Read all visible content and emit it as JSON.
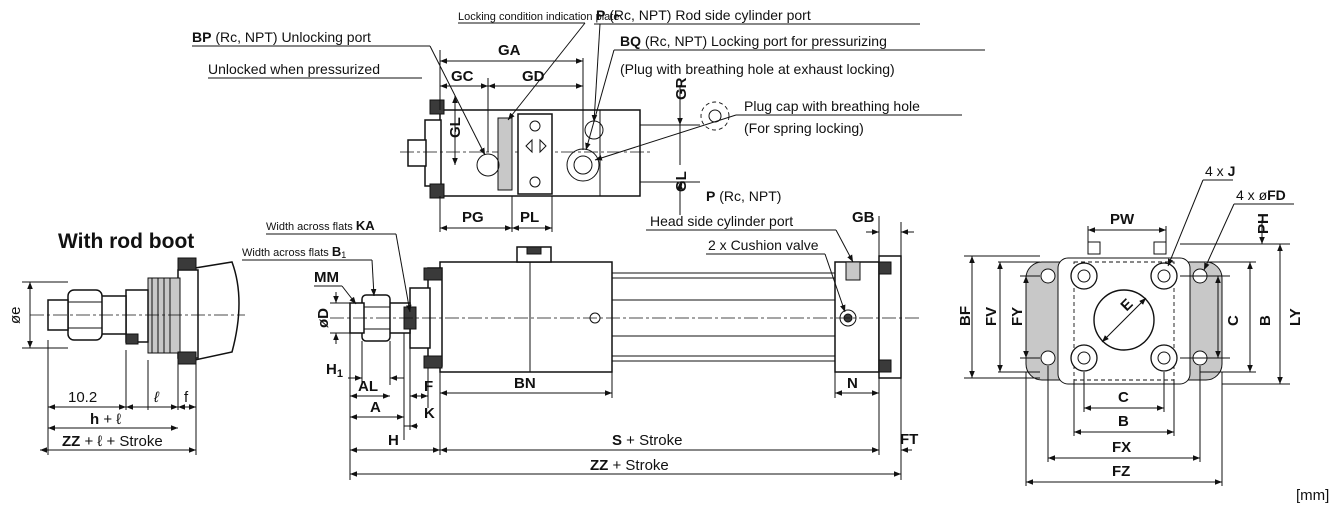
{
  "unit_label": "[mm]",
  "rod_boot": {
    "title": "With rod boot",
    "oe": "øe",
    "val_10_2": "10.2",
    "l": "ℓ",
    "f": "f",
    "h_bold": "h",
    "h_rest": " + ℓ",
    "zz_bold": "ZZ",
    "zz_rest": " + ℓ + Stroke"
  },
  "top_view": {
    "bp_bold": "BP",
    "bp_rest": " (Rc, NPT) Unlocking port",
    "unlocked": "Unlocked when pressurized",
    "plate": "Locking condition indication plate",
    "p_bold": "P",
    "p_rest": " (Rc, NPT) Rod side cylinder port",
    "bq_bold": "BQ",
    "bq_rest": " (Rc, NPT) Locking port for pressurizing",
    "plug_exhaust": "(Plug with breathing hole at exhaust locking)",
    "plug_cap": "Plug cap with breathing hole",
    "spring": "(For spring locking)",
    "GA": "GA",
    "GC": "GC",
    "GD": "GD",
    "GR": "GR",
    "GL1": "GL",
    "GL2": "GL",
    "PG": "PG",
    "PL": "PL"
  },
  "side_view": {
    "ka_pre": "Width across flats ",
    "ka_bold": "KA",
    "b1_pre": "Width across flats ",
    "b1_bold": "B",
    "b1_sub": "1",
    "MM": "MM",
    "oD": "øD",
    "H1": "H",
    "H1_sub": "1",
    "AL": "AL",
    "A": "A",
    "F": "F",
    "K": "K",
    "BN": "BN",
    "H": "H",
    "S_bold": "S",
    "S_rest": " + Stroke",
    "ZZ_bold": "ZZ",
    "ZZ_rest": " + Stroke",
    "FT": "FT",
    "N": "N",
    "GB": "GB",
    "p_bold": "P",
    "p_rest": " (Rc, NPT)",
    "head_port": "Head side cylinder port",
    "cushion": "2 x Cushion valve"
  },
  "end_view": {
    "PW": "PW",
    "J_pre": "4 x ",
    "J_bold": "J",
    "FD_pre": "4 x ø",
    "FD_bold": "FD",
    "PH": "PH",
    "E": "E",
    "BF": "BF",
    "FV": "FV",
    "FY": "FY",
    "C_v": "C",
    "B_v": "B",
    "LY": "LY",
    "C_h": "C",
    "B_h": "B",
    "FX": "FX",
    "FZ": "FZ"
  }
}
